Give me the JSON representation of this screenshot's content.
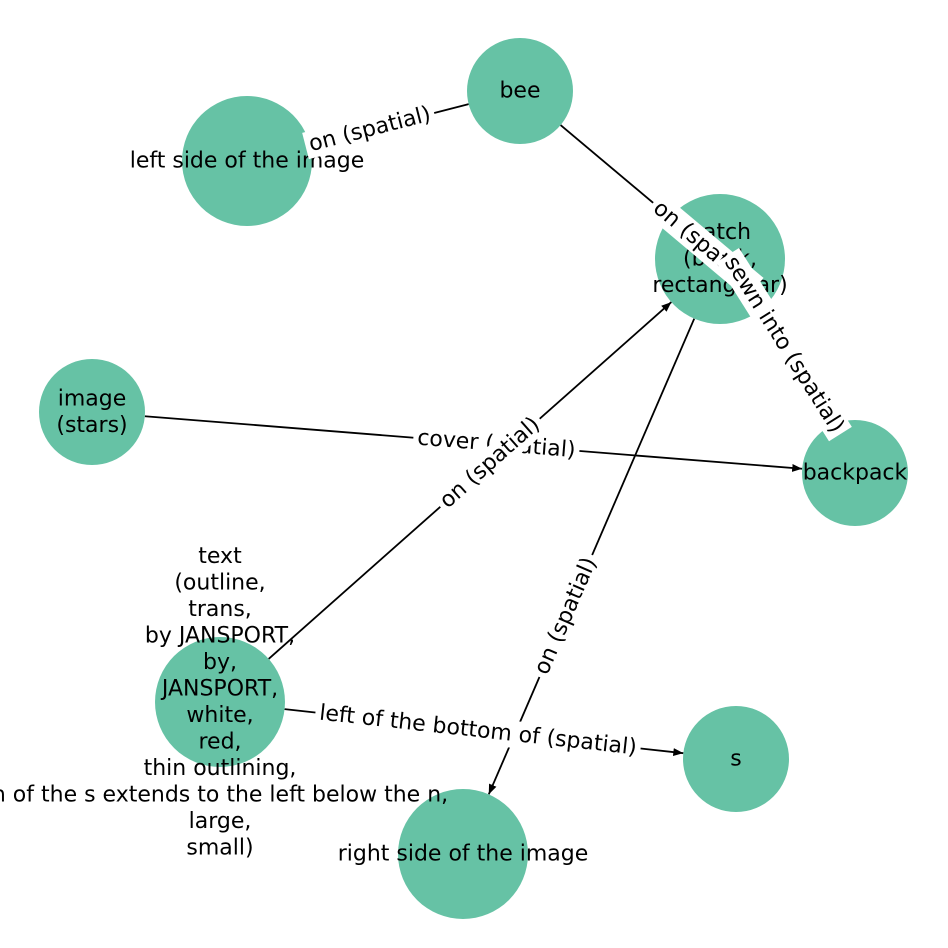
{
  "graph": {
    "node_color": "#66c2a5",
    "edge_color": "#000000",
    "nodes": [
      {
        "id": "bee",
        "lines": [
          "bee"
        ]
      },
      {
        "id": "left-side",
        "lines": [
          "left side of the image"
        ]
      },
      {
        "id": "patch",
        "lines": [
          "patch",
          "(black,",
          "rectangular)"
        ]
      },
      {
        "id": "image-stars",
        "lines": [
          "image",
          "(stars)"
        ]
      },
      {
        "id": "backpack",
        "lines": [
          "backpack"
        ]
      },
      {
        "id": "text",
        "lines": [
          "text",
          "(outline,",
          "trans,",
          "by JANSPORT,",
          "by,",
          "JANSPORT,",
          "white,",
          "red,",
          "thin outlining,",
          "n of the s extends to the left below the n,",
          "large,",
          "small)"
        ]
      },
      {
        "id": "s",
        "lines": [
          "s"
        ]
      },
      {
        "id": "right-side",
        "lines": [
          "right side of the image"
        ]
      }
    ],
    "edges": [
      {
        "id": "bee-left",
        "label": "on (spatial)"
      },
      {
        "id": "bee-patch",
        "label": "on (spatial)"
      },
      {
        "id": "patch-backpack",
        "label": "sewn into (spatial)"
      },
      {
        "id": "image-backpack",
        "label": "cover (spatial)"
      },
      {
        "id": "text-patch",
        "label": "on (spatial)"
      },
      {
        "id": "patch-right",
        "label": "on (spatial)"
      },
      {
        "id": "text-s",
        "label": "left of the bottom of (spatial)"
      }
    ]
  }
}
